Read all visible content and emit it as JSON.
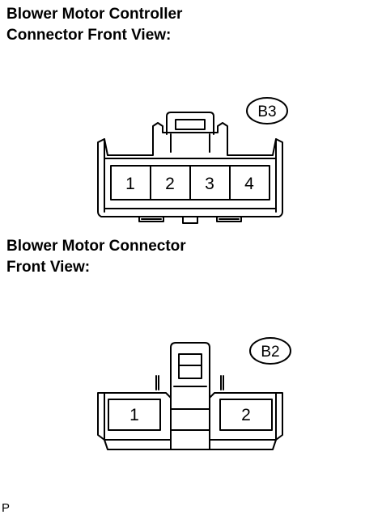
{
  "connector_b3": {
    "title_line1": "Blower Motor Controller",
    "title_line2": "Connector Front View:",
    "tag": "B3",
    "pins": [
      "1",
      "2",
      "3",
      "4"
    ]
  },
  "connector_b2": {
    "title_line1": "Blower Motor Connector",
    "title_line2": "Front View:",
    "tag": "B2",
    "pins": [
      "1",
      "2"
    ]
  },
  "figure_code": "P"
}
